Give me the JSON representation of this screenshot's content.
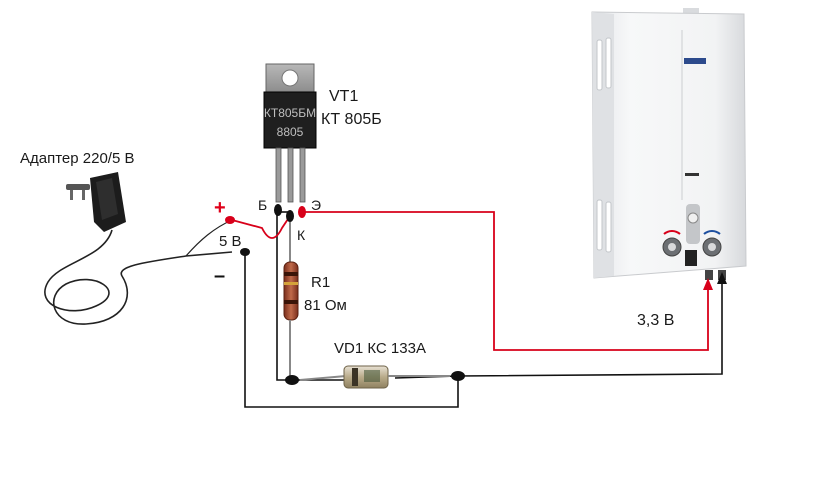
{
  "labels": {
    "adapter": "Адаптер 220/5 В",
    "plus": "+",
    "minus": "–",
    "voltage_in": "5 В",
    "pin_b": "Б",
    "pin_k": "К",
    "pin_e": "Э",
    "transistor_ref": "VT1",
    "transistor_model": "КТ 805Б",
    "transistor_marking_1": "КТ805БМ",
    "transistor_marking_2": "8805",
    "resistor_ref": "R1",
    "resistor_value": "81 Ом",
    "zener": "VD1 КС 133А",
    "voltage_out": "3,3 В"
  },
  "colors": {
    "wire_red": "#d8001a",
    "wire_black": "#111111",
    "plus_sign": "#e0001a"
  },
  "icons": {
    "adapter": "power-adapter-icon",
    "transistor": "transistor-icon",
    "resistor": "resistor-icon",
    "zener": "zener-diode-icon",
    "heater": "gas-water-heater-icon"
  }
}
